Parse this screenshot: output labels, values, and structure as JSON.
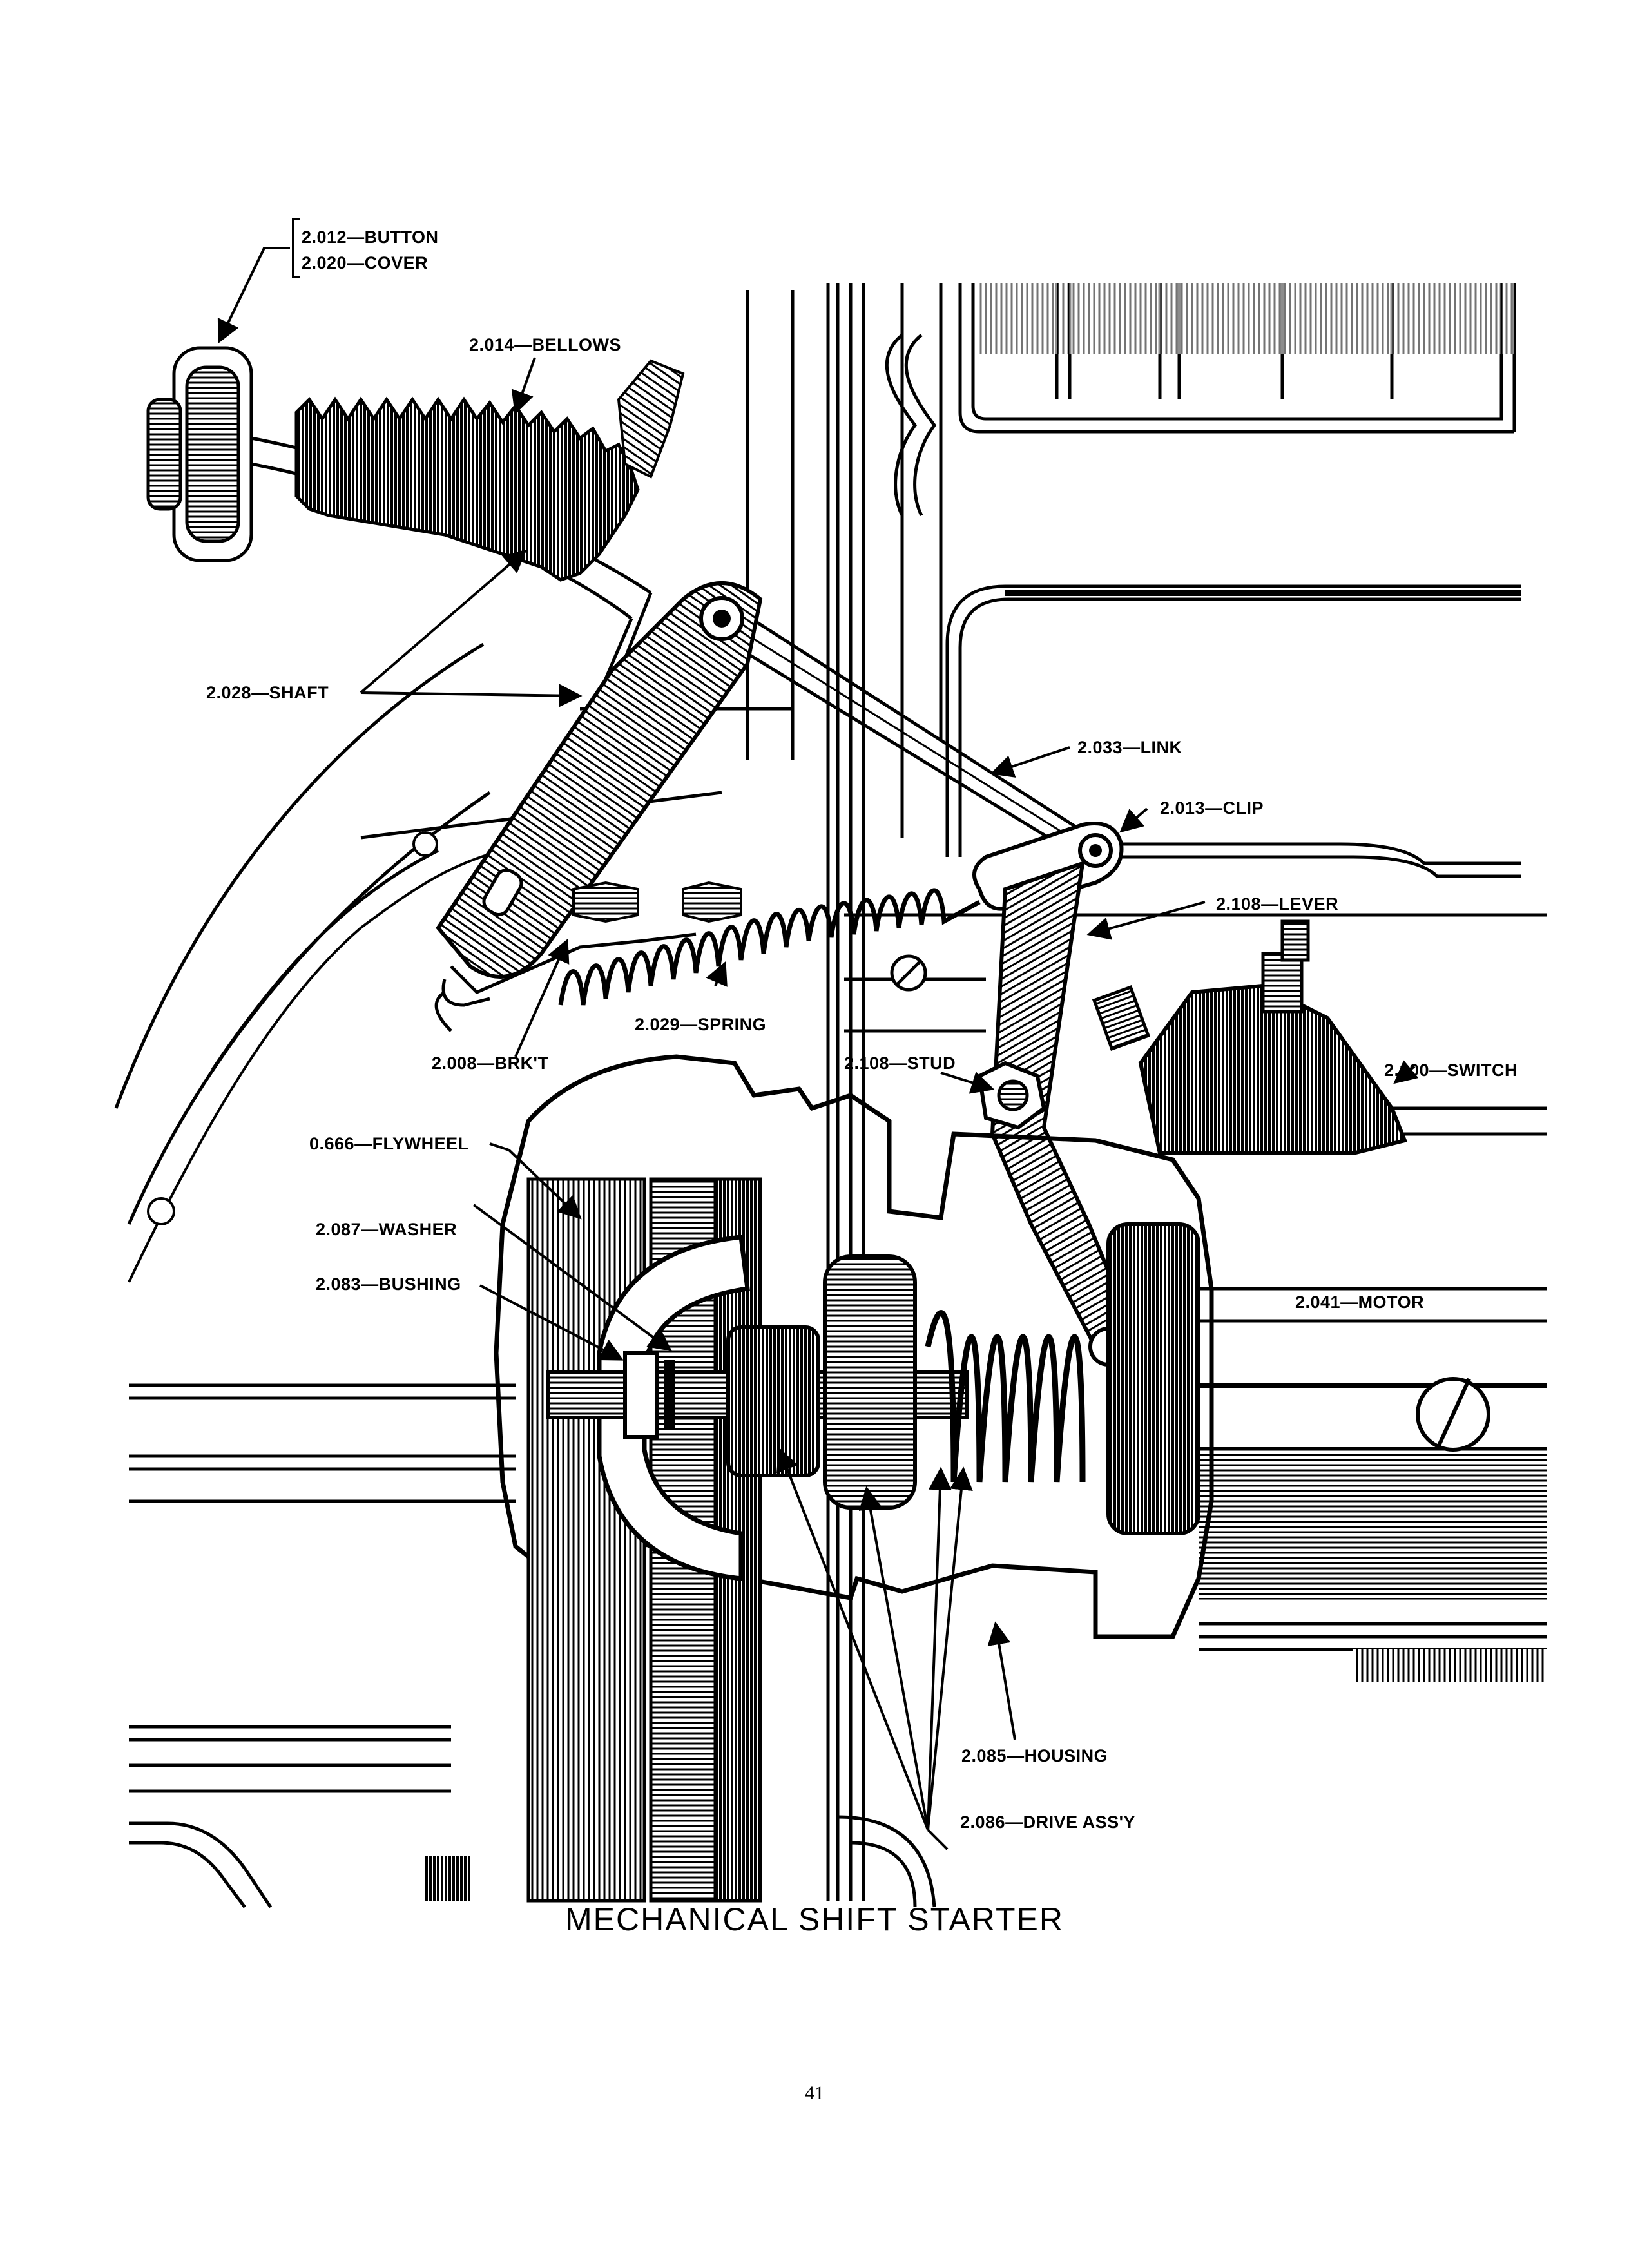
{
  "labels": {
    "button": "2.012—BUTTON",
    "cover": "2.020—COVER",
    "bellows": "2.014—BELLOWS",
    "shaft": "2.028—SHAFT",
    "link": "2.033—LINK",
    "clip": "2.013—CLIP",
    "lever": "2.108—LEVER",
    "spring": "2.029—SPRING",
    "brkt": "2.008—BRK'T",
    "stud": "2.108—STUD",
    "switch": "2.100—SWITCH",
    "flywheel": "0.666—FLYWHEEL",
    "washer": "2.087—WASHER",
    "bushing": "2.083—BUSHING",
    "motor": "2.041—MOTOR",
    "housing": "2.085—HOUSING",
    "drive": "2.086—DRIVE ASS'Y"
  },
  "caption": "MECHANICAL SHIFT STARTER",
  "page_number": "41"
}
